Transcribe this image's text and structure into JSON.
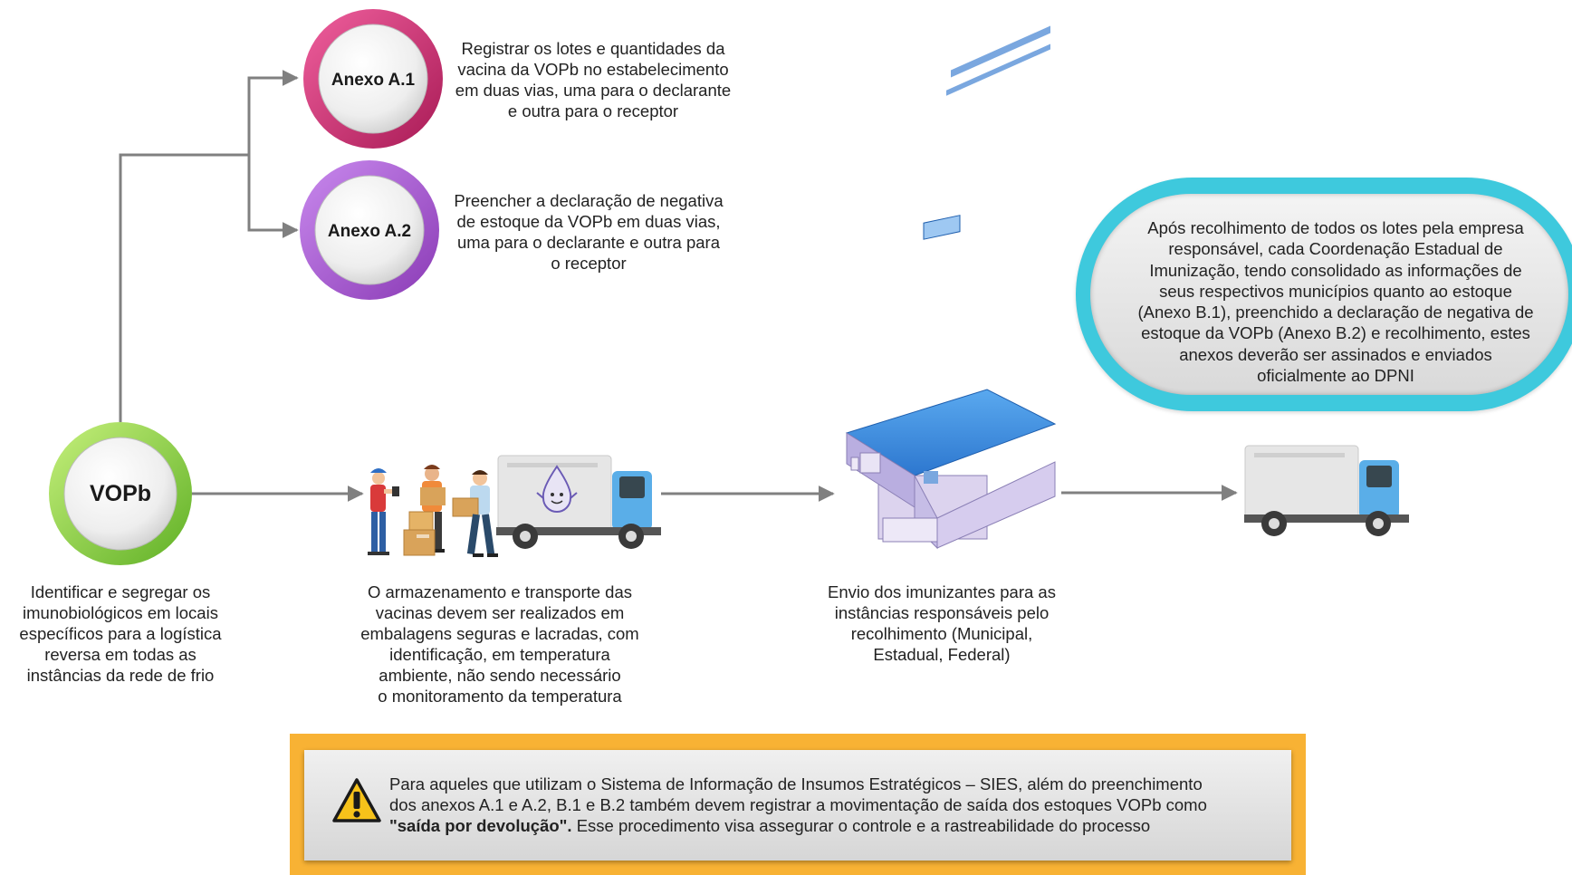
{
  "nodes": {
    "vopb": "VOPb",
    "anexo_a1": "Anexo A.1",
    "anexo_a2": "Anexo A.2"
  },
  "texts": {
    "anexo_a1_desc": [
      "Registrar os lotes e quantidades da",
      "vacina da VOPb no estabelecimento",
      "em duas vias, uma para o declarante",
      "e outra para o receptor"
    ],
    "anexo_a2_desc": [
      "Preencher a declaração de negativa",
      "de estoque da VOPb em duas vias,",
      "uma para o declarante e outra para",
      "o receptor"
    ],
    "vopb_desc": [
      "Identificar e segregar os",
      "imunobiológicos em locais",
      "específicos para a logística",
      "reversa em todas as",
      "instâncias da rede de frio"
    ],
    "transport_desc": [
      "O armazenamento e transporte das",
      "vacinas devem ser realizados em",
      "embalagens seguras e lacradas, com",
      "identificação, em temperatura",
      "ambiente, não sendo necessário",
      "o monitoramento da temperatura"
    ],
    "warehouse_desc": [
      "Envio dos imunizantes para as",
      "instâncias responsáveis pelo",
      "recolhimento (Municipal,",
      "Estadual, Federal)"
    ],
    "final_desc": [
      "Após recolhimento de todos os lotes pela empresa",
      "responsável, cada Coordenação Estadual de",
      "Imunização, tendo consolidado as informações de",
      "seus respectivos municípios quanto ao estoque",
      "(Anexo B.1),  preenchido a declaração  de negativa de",
      "estoque da VOPb (Anexo B.2) e recolhimento, estes",
      "anexos deverão ser assinados e enviados",
      "oficialmente ao DPNI"
    ]
  },
  "note": {
    "line1": "Para aqueles que utilizam o Sistema de Informação de Insumos Estratégicos – SIES, além do preenchimento",
    "line2": "dos anexos A.1 e A.2, B.1 e B.2 também devem registrar a movimentação de saída dos estoques VOPb como",
    "bold": "\"saída por devolução\".",
    "rest": " Esse procedimento visa assegurar o controle e a rastreabilidade do processo"
  },
  "icons": {
    "warning": "warning-icon",
    "workers": "workers-with-boxes-icon",
    "truck_mascot": "delivery-truck-with-mascot-icon",
    "warehouse": "warehouse-icon",
    "truck": "delivery-truck-icon"
  },
  "colors": {
    "anexo_a1_ring": "#e8317c",
    "anexo_a2_ring": "#b35fd6",
    "vopb_ring": "#8ad53a",
    "info_ring": "#3ec9dd",
    "note_border": "#f8b234",
    "connector": "#808080"
  }
}
